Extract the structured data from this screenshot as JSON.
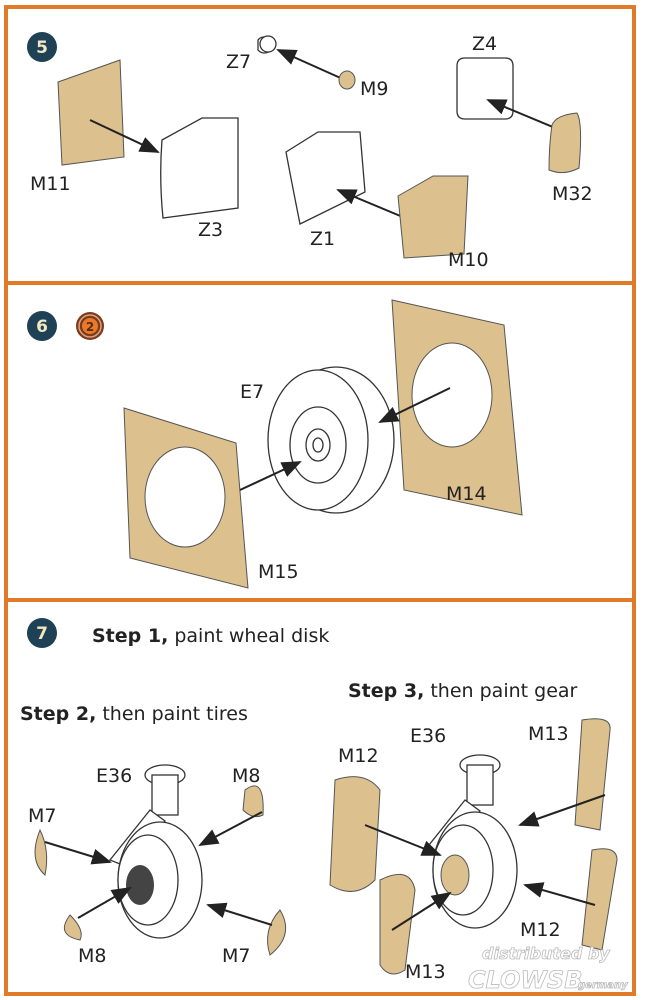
{
  "steps": [
    {
      "number": "5",
      "labels": {
        "z7": "Z7",
        "m9": "M9",
        "z4": "Z4",
        "m11": "M11",
        "z3": "Z3",
        "z1": "Z1",
        "m10": "M10",
        "m32": "M32"
      }
    },
    {
      "number": "6",
      "icon": "repeat-2x-icon",
      "icon_text": "2",
      "labels": {
        "e7": "E7",
        "m14": "M14",
        "m15": "M15"
      }
    },
    {
      "number": "7",
      "step1": {
        "bold": "Step 1,",
        "text": " paint wheal disk"
      },
      "step2": {
        "bold": "Step 2,",
        "text": " then paint tires"
      },
      "step3": {
        "bold": "Step 3,",
        "text": " then paint gear"
      },
      "labels": {
        "e36a": "E36",
        "e36b": "E36",
        "m8a": "M8",
        "m7a": "M7",
        "m8b": "M8",
        "m7b": "M7",
        "m12a": "M12",
        "m13a": "M13",
        "m13b": "M13",
        "m12b": "M12"
      }
    }
  ],
  "watermark": {
    "line1": "distributed by",
    "line2": "CLOWSB",
    "line3": "germany"
  },
  "colors": {
    "border": "#e07b2a",
    "badge": "#1f4155",
    "etch": "#dcc08e"
  }
}
